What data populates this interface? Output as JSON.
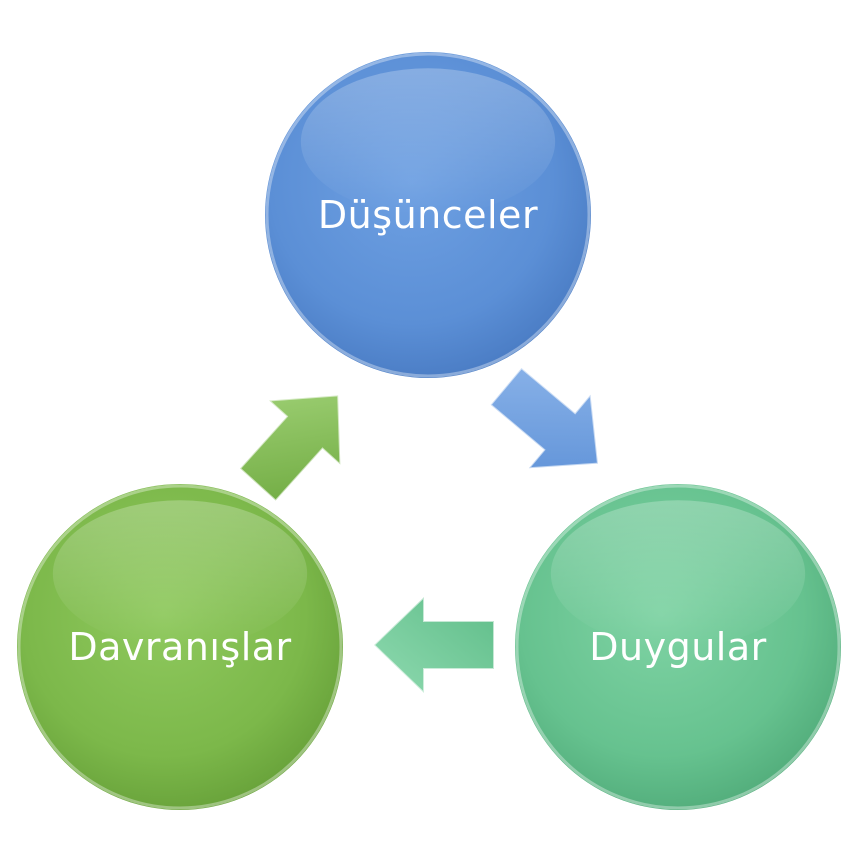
{
  "diagram": {
    "nodes": [
      {
        "id": "thoughts",
        "label": "Düşünceler",
        "color": "#5b8fd6"
      },
      {
        "id": "feelings",
        "label": "Duygular",
        "color": "#66c28f"
      },
      {
        "id": "behaviors",
        "label": "Davranışlar",
        "color": "#7cb84a"
      }
    ],
    "edges": [
      {
        "from": "thoughts",
        "to": "feelings",
        "color": "#6a9fe0"
      },
      {
        "from": "feelings",
        "to": "behaviors",
        "color": "#6ccb97"
      },
      {
        "from": "behaviors",
        "to": "thoughts",
        "color": "#86c257"
      }
    ]
  }
}
